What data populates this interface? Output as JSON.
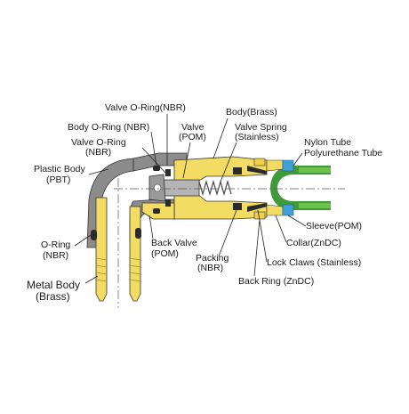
{
  "diagram": {
    "labels": {
      "valve_oring_top": "Valve O-Ring(NBR)",
      "body_brass": "Body(Brass)",
      "body_oring_1": "Body O-Ring (NBR)",
      "valve_1": "Valve",
      "valve_2": "(POM)",
      "valve_spring_1": "Valve Spring",
      "valve_spring_2": "(Stainless)",
      "valve_oring_left_1": "Valve O-Ring",
      "valve_oring_left_2": "(NBR)",
      "nylon_tube": "Nylon Tube",
      "polyurethane_tube": "Polyurethane Tube",
      "plastic_body_1": "Plastic Body",
      "plastic_body_2": "(PBT)",
      "sleeve": "Sleeve(POM)",
      "oring_1": "O-Ring",
      "oring_2": "(NBR)",
      "back_valve_1": "Back Valve",
      "back_valve_2": "(POM)",
      "collar": "Collar(ZnDC)",
      "packing_1": "Packing",
      "packing_2": "(NBR)",
      "lock_claws": "Lock Claws (Stainless)",
      "metal_body_1": "Metal Body",
      "metal_body_2": "(Brass)",
      "back_ring": "Back Ring (ZnDC)"
    },
    "colors": {
      "plastic_body": "#8c8c8c",
      "brass": "#f3dc63",
      "tube": "#3f9a3a",
      "tube_light": "#6cc24a",
      "sleeve": "#3fa0d8",
      "dark_parts": "#2b2b2b",
      "centerline": "#555555"
    }
  }
}
